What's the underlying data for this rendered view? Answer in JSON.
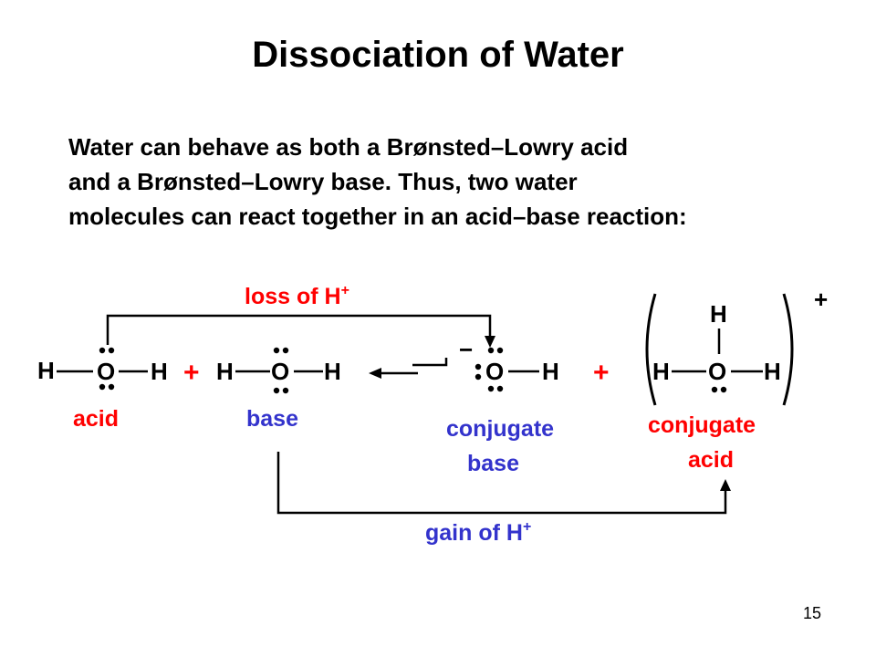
{
  "slide": {
    "title": "Dissociation of Water",
    "intro_lines": [
      "Water can behave as both a Brønsted–Lowry acid",
      "and a Brønsted–Lowry base. Thus, two water",
      "molecules can react together in an acid–base reaction:"
    ],
    "page_number": "15"
  },
  "reaction": {
    "loss_label": "loss of H",
    "loss_label_sup": "+",
    "gain_label": "gain of H",
    "gain_label_sup": "+",
    "plus_sign": "+",
    "minus_sign": "−",
    "charge_plus": "+",
    "atoms": {
      "hydrogen": "H",
      "oxygen": "O"
    },
    "labels": {
      "acid": "acid",
      "base": "base",
      "conjugate_base": [
        "conjugate",
        "base"
      ],
      "conjugate_acid": [
        "conjugate",
        "acid"
      ]
    }
  },
  "colors": {
    "loss_red": "#ff0000",
    "gain_blue": "#3333cc",
    "text": "#000000"
  }
}
